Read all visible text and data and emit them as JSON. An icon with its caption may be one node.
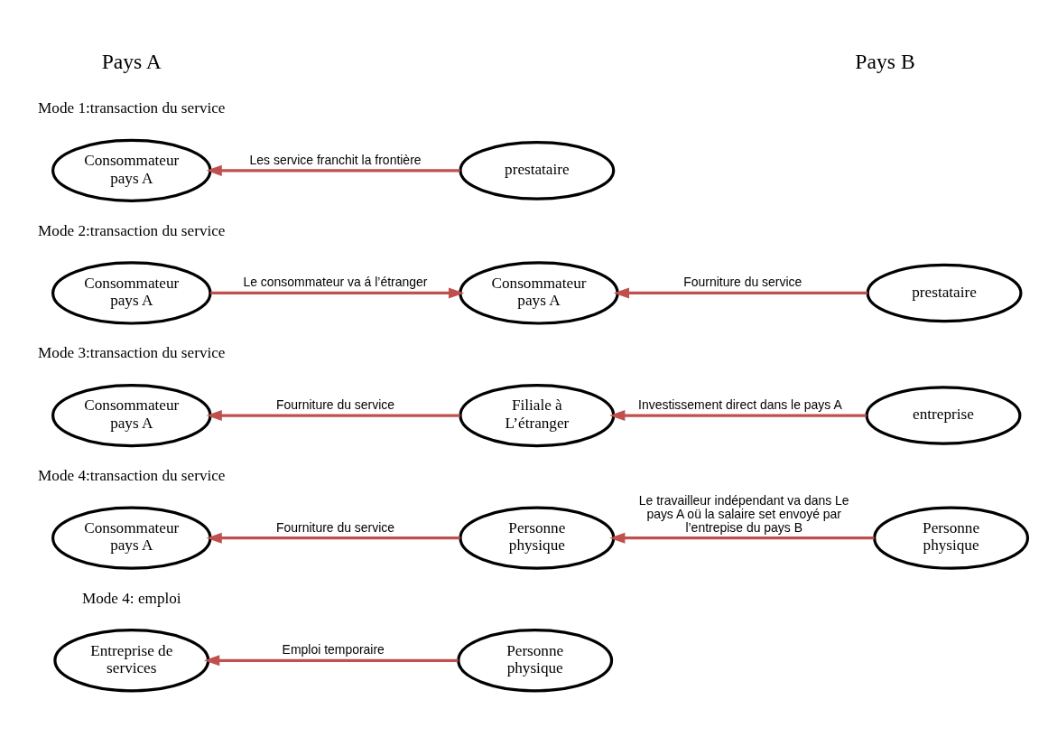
{
  "diagram": {
    "nodes": [
      {
        "text": [
          "Consommateur pays A"
        ]
      },
      {
        "text": [
          "prestataire"
        ]
      },
      {
        "text": [
          "Consommateur pays A"
        ]
      },
      {
        "text": [
          "Consommateur pays A"
        ]
      },
      {
        "text": [
          "prestataire"
        ]
      },
      {
        "text": [
          "Consommateur pays A"
        ]
      },
      {
        "text": [
          "Filiale à L’étranger"
        ]
      },
      {
        "text": [
          "entreprise"
        ]
      },
      {
        "text": [
          "Consommateur pays A"
        ]
      },
      {
        "text": [
          "Personne physique"
        ]
      },
      {
        "text": [
          "Personne physique"
        ]
      },
      {
        "text": [
          "Entreprise de services"
        ]
      },
      {
        "text": [
          "Personne physique"
        ]
      }
    ],
    "edges": [
      {
        "from": 1,
        "to": 0,
        "arrow": "to",
        "label": "Les service franchit la frontière"
      },
      {
        "from": 2,
        "to": 3,
        "arrow": "to",
        "label": "Le consommateur va á l’étranger"
      },
      {
        "from": 4,
        "to": 3,
        "arrow": "to",
        "label": "Fourniture du service"
      },
      {
        "from": 6,
        "to": 5,
        "arrow": "to",
        "label": "Fourniture du service"
      },
      {
        "from": 7,
        "to": 6,
        "arrow": "to",
        "label": "Investissement direct dans le pays A"
      },
      {
        "from": 9,
        "to": 8,
        "arrow": "to",
        "label": "Fourniture du service"
      },
      {
        "from": 10,
        "to": 9,
        "arrow": "to",
        "label": "Le travailleur indépendant va dans Le pays A oü la salaire set envoyé par l’entrepise du pays B"
      },
      {
        "from": 12,
        "to": 11,
        "arrow": "to",
        "label": "Emploi temporaire"
      }
    ],
    "labels": [
      "Pays A",
      "Pays B",
      "Mode 1:transaction du service",
      "Mode 2:transaction du service",
      "Mode 3:transaction du service",
      "Mode 4:transaction du service",
      "Mode 4: emploi"
    ]
  }
}
